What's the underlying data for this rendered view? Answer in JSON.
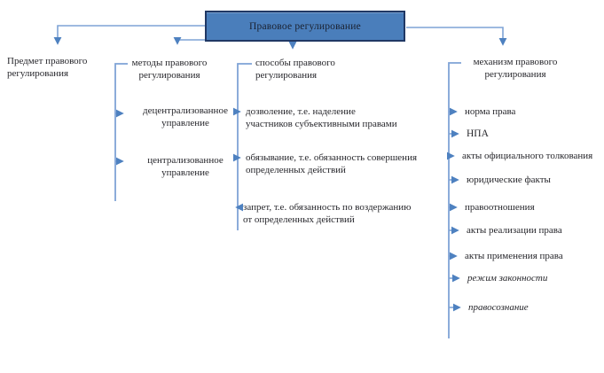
{
  "colors": {
    "box_fill": "#4a7ebb",
    "box_border": "#203864",
    "line": "#7fa3d6",
    "arrow": "#4e81c0",
    "text": "#26262b"
  },
  "root": {
    "label": "Правовое регулирование"
  },
  "branches": [
    {
      "id": "predmet",
      "label_lines": [
        "Предмет правового",
        "регулирования"
      ],
      "items": []
    },
    {
      "id": "metody",
      "label_lines": [
        "методы правового",
        "регулирования"
      ],
      "items": [
        {
          "lines": [
            "децентрализованное",
            "управление"
          ],
          "italic": false
        },
        {
          "lines": [
            "централизованное",
            "управление"
          ],
          "italic": false
        }
      ]
    },
    {
      "id": "sposoby",
      "label_lines": [
        "способы правового",
        "регулирования"
      ],
      "items": [
        {
          "lines": [
            "дозволение, т.е. наделение",
            "участников субъективными правами"
          ],
          "italic": false
        },
        {
          "lines": [
            "обязывание, т.е. обязанность совершения",
            "определенных действий"
          ],
          "italic": false
        },
        {
          "lines": [
            "запрет, т.е. обязанность по воздержанию",
            "от определенных действий"
          ],
          "italic": false
        }
      ]
    },
    {
      "id": "mekhanizm",
      "label_lines": [
        "механизм правового",
        "регулирования"
      ],
      "items": [
        {
          "lines": [
            "норма права"
          ],
          "italic": false
        },
        {
          "lines": [
            "НПА"
          ],
          "italic": false
        },
        {
          "lines": [
            "акты официального толкования"
          ],
          "italic": false
        },
        {
          "lines": [
            "юридические факты"
          ],
          "italic": false
        },
        {
          "lines": [
            "правоотношения"
          ],
          "italic": false
        },
        {
          "lines": [
            "акты реализации права"
          ],
          "italic": false
        },
        {
          "lines": [
            "акты применения права"
          ],
          "italic": false
        },
        {
          "lines": [
            "режим законности"
          ],
          "italic": true
        },
        {
          "lines": [
            "правосознание"
          ],
          "italic": true
        }
      ]
    }
  ]
}
